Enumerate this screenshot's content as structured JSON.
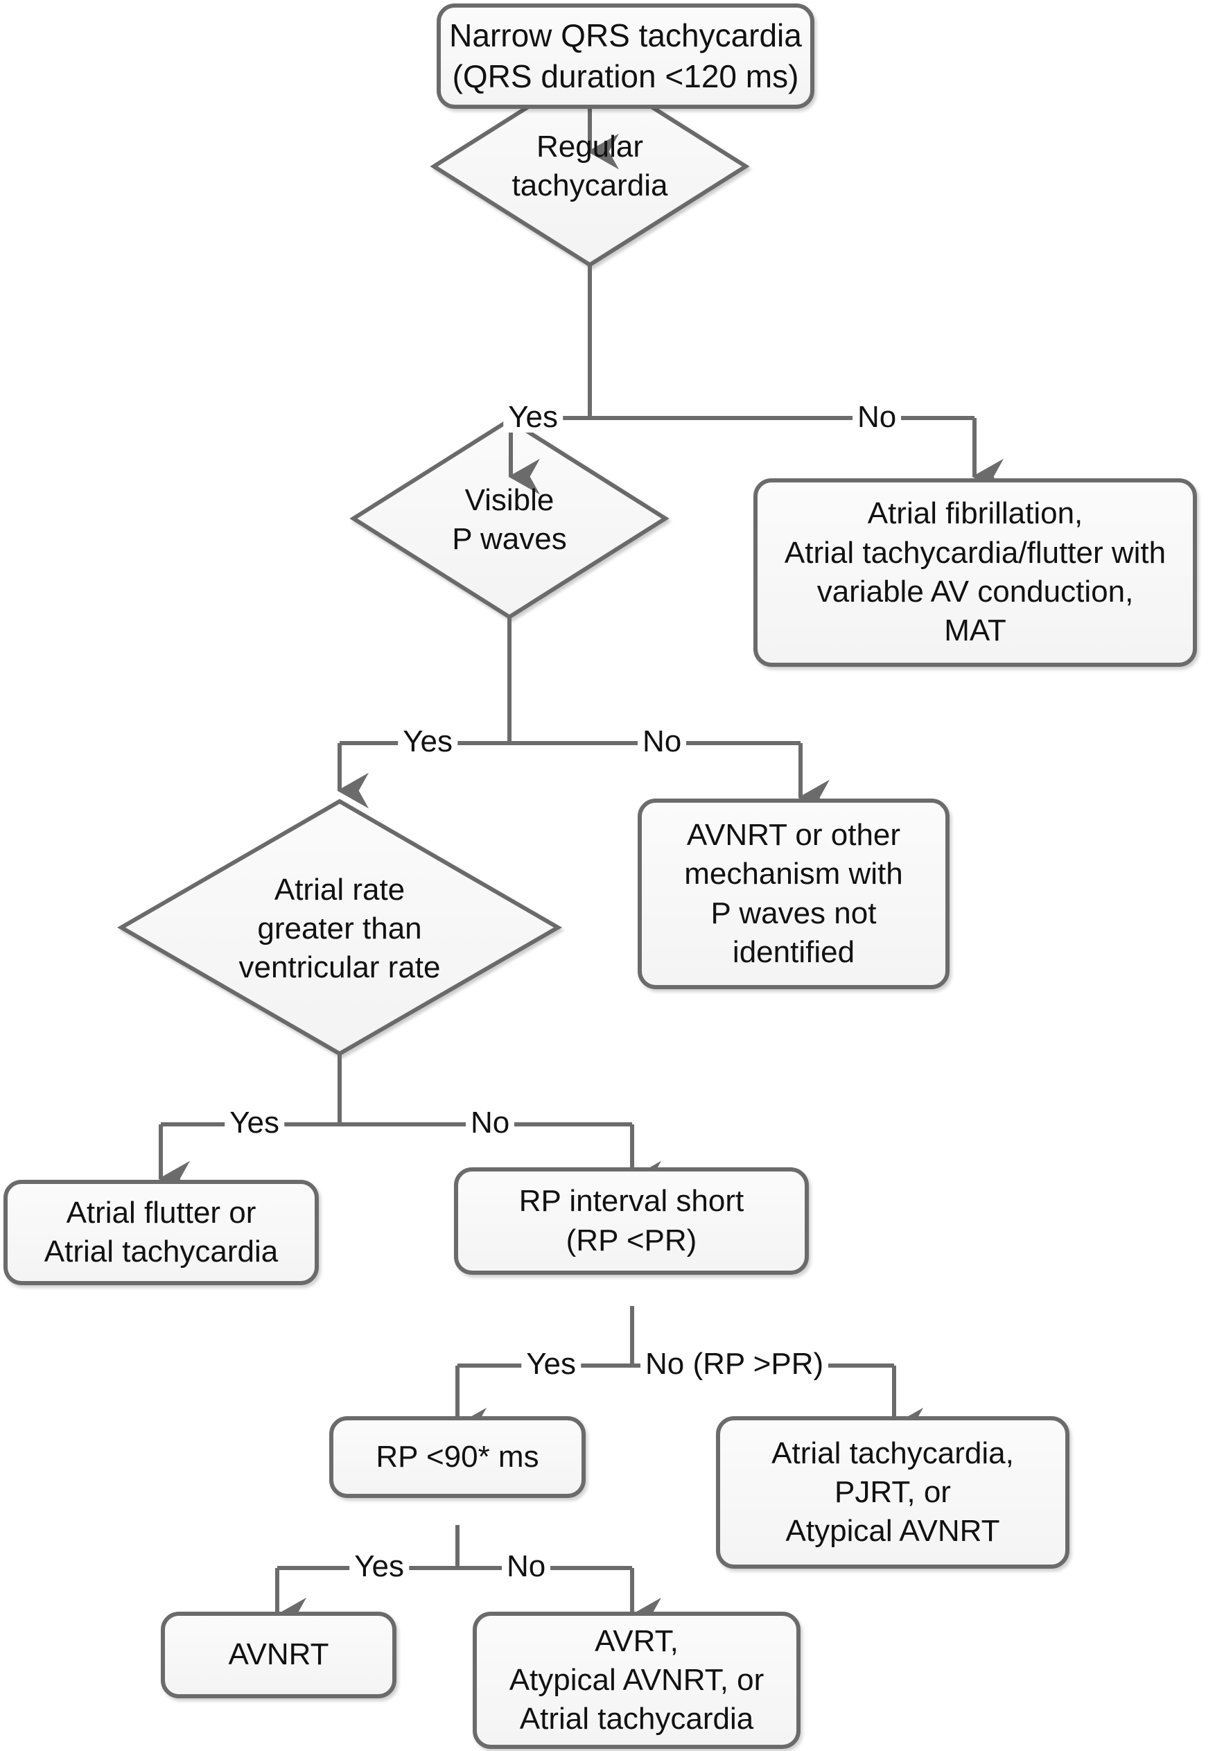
{
  "diagram": {
    "title": "Narrow QRS tachycardia diagnostic algorithm",
    "type": "flowchart",
    "colors": {
      "stroke": "#6b6b6b",
      "fill": "#f7f7f7",
      "text": "#111111",
      "background": "#ffffff"
    },
    "nodes": [
      {
        "id": "start",
        "shape": "rounded-rect",
        "text": "Narrow QRS tachycardia\n(QRS duration <120 ms)"
      },
      {
        "id": "regular-tachycardia",
        "shape": "diamond",
        "text": "Regular\ntachycardia"
      },
      {
        "id": "af-at-flutter-mat",
        "shape": "rounded-rect",
        "text": "Atrial fibrillation,\nAtrial tachycardia/flutter with\nvariable AV conduction,\nMAT"
      },
      {
        "id": "visible-p-waves",
        "shape": "diamond",
        "text": "Visible\nP waves"
      },
      {
        "id": "avnrt-or-other",
        "shape": "rounded-rect",
        "text": "AVNRT or other\nmechanism with\nP waves not\nidentified"
      },
      {
        "id": "atrial-gt-ventricular",
        "shape": "diamond",
        "text": "Atrial rate\ngreater than\nventricular rate"
      },
      {
        "id": "flutter-or-at",
        "shape": "rounded-rect",
        "text": "Atrial flutter or\nAtrial tachycardia"
      },
      {
        "id": "rp-interval-short",
        "shape": "rounded-rect",
        "text": "RP interval short\n(RP <PR)"
      },
      {
        "id": "at-pjrt-atypical",
        "shape": "rounded-rect",
        "text": "Atrial tachycardia,\nPJRT, or\nAtypical AVNRT"
      },
      {
        "id": "rp-lt-90",
        "shape": "rounded-rect",
        "text": "RP <90* ms"
      },
      {
        "id": "avnrt",
        "shape": "rounded-rect",
        "text": "AVNRT"
      },
      {
        "id": "avrt-atypical-at",
        "shape": "rounded-rect",
        "text": "AVRT,\nAtypical AVNRT, or\nAtrial tachycardia"
      }
    ],
    "edge_labels": {
      "regular_yes": "Yes",
      "regular_no": "No",
      "pwaves_yes": "Yes",
      "pwaves_no": "No",
      "rate_yes": "Yes",
      "rate_no": "No",
      "rp_yes": "Yes",
      "rp_no": "No (RP >PR)",
      "rp90_yes": "Yes",
      "rp90_no": "No"
    },
    "footnote": "*"
  }
}
